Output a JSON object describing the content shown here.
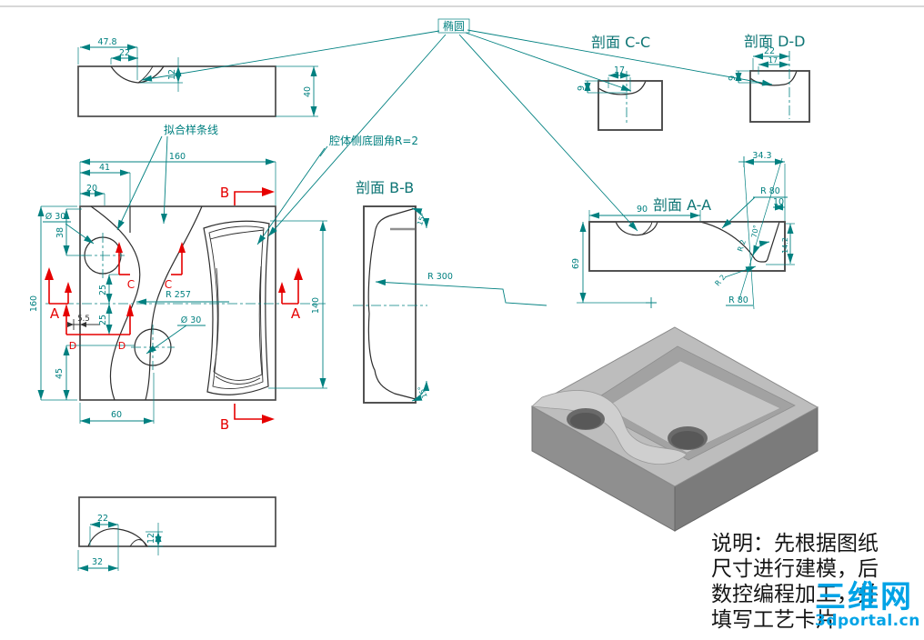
{
  "colors": {
    "dimension": "#008080",
    "outline": "#4a4a4a",
    "section_red": "#e60000",
    "hatch": "#3a3a3a",
    "watermark_blue": "#00a3e6",
    "note_text": "#141414",
    "model_gray": "#bdbdbd"
  },
  "labels": {
    "ellipse": "椭圆",
    "spline": "拟合样条线",
    "cavity": "腔体侧底圆角R=2"
  },
  "letters": {
    "a": "A",
    "b": "B",
    "c": "C",
    "d": "D"
  },
  "v": {
    "top": {
      "d478": "47.8",
      "d22": "22",
      "d12": "12",
      "d40": "40"
    },
    "front": {
      "d160t": "160",
      "d41": "41",
      "d20": "20",
      "dia30a": "Ø 30",
      "d38": "38",
      "d25a": "25",
      "d25b": "25",
      "d55": "5.5",
      "d45": "45",
      "d60": "60",
      "d160l": "160",
      "d140": "140",
      "r257": "R 257",
      "dia30b": "Ø 30"
    },
    "bottom": {
      "d22": "22",
      "d32": "32",
      "d12": "12"
    },
    "bb": {
      "title": "剖面 B-B",
      "r300": "R 300",
      "a15t": "15°",
      "a15b": "15°"
    },
    "cc": {
      "title": "剖面 C-C",
      "d17": "17",
      "d9": "9"
    },
    "dd": {
      "title": "剖面 D-D",
      "d22": "22",
      "d17": "17",
      "d9": "9"
    },
    "aa": {
      "title": "剖面 A-A",
      "d90": "90",
      "d69": "69",
      "d343": "34.3",
      "r80t": "R 80",
      "d10": "10",
      "a70": "70°",
      "d142": "14.2",
      "r2a": "R 2",
      "r2b": "R 2",
      "r80b": "R 80"
    }
  },
  "note": {
    "lines": [
      "说明：先根据图纸",
      "尺寸进行建模，后",
      "数控编程加工，并",
      "填写工艺卡片"
    ]
  },
  "watermark": {
    "title": "三维网",
    "domain": "3dportal.cn"
  }
}
